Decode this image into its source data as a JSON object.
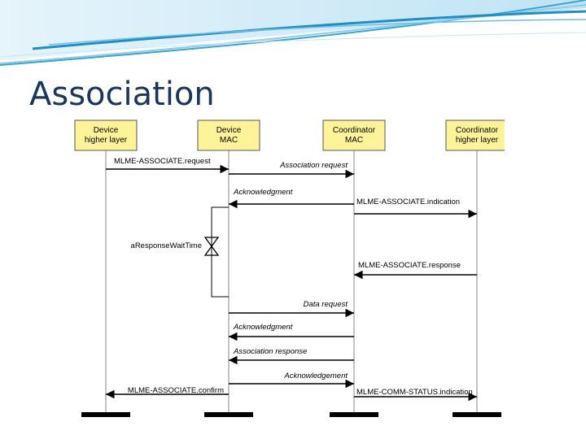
{
  "slide": {
    "title": "Association"
  },
  "colors": {
    "title": "#17375e",
    "box_fill": "#fff399",
    "banner": "#1e8ec4",
    "line": "#000000"
  },
  "participants": [
    {
      "id": "dev_hl",
      "lines": [
        "Device",
        "higher layer"
      ]
    },
    {
      "id": "dev_mac",
      "lines": [
        "Device",
        "MAC"
      ]
    },
    {
      "id": "coord_mac",
      "lines": [
        "Coordinator",
        "MAC"
      ]
    },
    {
      "id": "coord_hl",
      "lines": [
        "Coordinator",
        "higher layer"
      ]
    }
  ],
  "messages": [
    {
      "from": "dev_hl",
      "to": "dev_mac",
      "label": "MLME-ASSOCIATE.request",
      "italic": false
    },
    {
      "from": "dev_mac",
      "to": "coord_mac",
      "label": "Association request",
      "italic": true
    },
    {
      "from": "coord_mac",
      "to": "dev_mac",
      "label": "Acknowledgment",
      "italic": true
    },
    {
      "from": "coord_mac",
      "to": "coord_hl",
      "label": "MLME-ASSOCIATE.indication",
      "italic": false
    },
    {
      "from": "coord_hl",
      "to": "coord_mac",
      "label": "MLME-ASSOCIATE.response",
      "italic": false
    },
    {
      "from": "dev_mac",
      "to": "coord_mac",
      "label": "Data request",
      "italic": true
    },
    {
      "from": "coord_mac",
      "to": "dev_mac",
      "label": "Acknowledgment",
      "italic": true
    },
    {
      "from": "coord_mac",
      "to": "dev_mac",
      "label": "Association response",
      "italic": true
    },
    {
      "from": "dev_mac",
      "to": "coord_mac",
      "label": "Acknowledgement",
      "italic": true
    },
    {
      "from": "dev_mac",
      "to": "dev_hl",
      "label": "MLME-ASSOCIATE.confirm",
      "italic": false
    },
    {
      "from": "coord_mac",
      "to": "coord_hl",
      "label": "MLME-COMM-STATUS.indication",
      "italic": false
    }
  ],
  "timer": {
    "label": "aResponseWaitTime"
  }
}
